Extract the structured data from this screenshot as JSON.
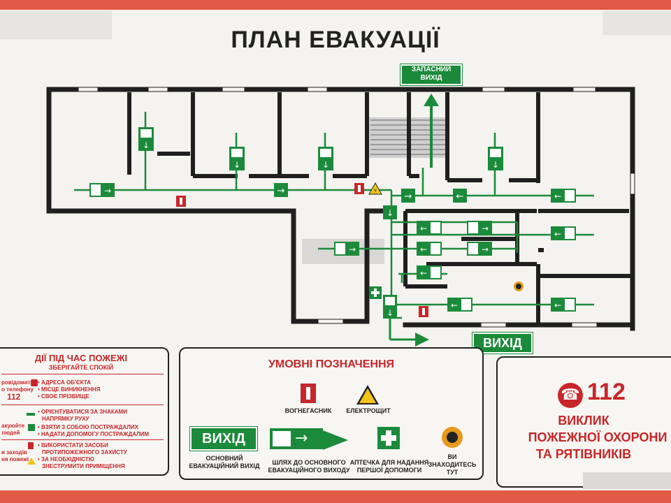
{
  "title": "ПЛАН ЕВАКУАЦІЇ",
  "spare_exit_label": [
    "ЗАПАСНИЙ",
    "ВИХІД"
  ],
  "main_exit_label": "ВИХІД",
  "panel_fire": {
    "title": "ДІЇ ПІД ЧАС ПОЖЕЖІ",
    "subtitle": "ЗБЕРІГАЙТЕ СПОКІЙ",
    "left_fragments": [
      "ровідомити",
      "о телефону",
      "112",
      "акуюйте",
      "людей",
      "и заходів",
      "ня пожежі"
    ],
    "items": [
      "• АДРЕСА ОБ'ЄКТА",
      "• МІСЦЕ ВИНИКНЕННЯ",
      "• СВОЄ ПРІЗВИЩЕ",
      "• ОРІЄНТУВАТИСЯ ЗА ЗНАКАМИ",
      "НАПРЯМКУ РУХУ",
      "• ВЗЯТИ З СОБОЮ ПОСТРАЖДАЛИХ",
      "• НАДАТИ ДОПОМОГУ ПОСТРАЖДАЛИМ",
      "• ВИКОРИСТАТИ ЗАСОБИ",
      "ПРОТИПОЖЕЖНОГО ЗАХИСТУ",
      "• ЗА НЕОБХІДНІСТЮ",
      "ЗНЕСТРУМИТИ ПРИМІЩЕННЯ"
    ]
  },
  "legend": {
    "title": "УМОВНІ ПОЗНАЧЕННЯ",
    "extinguisher": "ВОГНЕГАСНИК",
    "electric": "ЕЛЕКТРОЩИТ",
    "exit_sign": "ВИХІД",
    "main_exit": [
      "ОСНОВНИЙ",
      "ЕВАКУАЦІЙНИЙ ВИХІД"
    ],
    "path": [
      "ШЛЯХ ДО ОСНОВНОГО",
      "ЕВАКУАЦІЙНОГО ВИХОДУ"
    ],
    "first_aid": [
      "АПТЕЧКА ДЛЯ НАДАННЯ",
      "ПЕРШОЇ ДОПОМОГИ"
    ],
    "you_are_here": [
      "ВИ",
      "ЗНАХОДИТЕСЬ",
      "ТУТ"
    ]
  },
  "emergency": {
    "number": "112",
    "lines": [
      "ВИКЛИК",
      "ПОЖЕЖНОЇ ОХОРОНИ",
      "ТА РЯТІВНИКІВ"
    ]
  },
  "colors": {
    "wall": "#1f1f1f",
    "green": "#1b8a3a",
    "red": "#c8262a",
    "frame": "#e25a45"
  }
}
